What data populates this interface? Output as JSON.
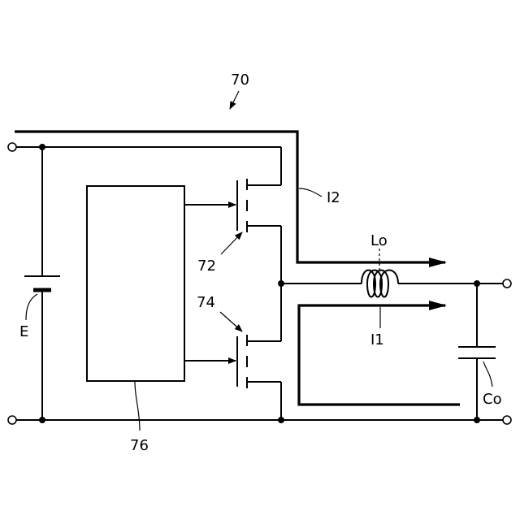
{
  "diagram": {
    "labels": {
      "figure_ref": "70",
      "current_i2": "I2",
      "inductor": "Lo",
      "switch_upper": "72",
      "switch_lower": "74",
      "current_i1": "I1",
      "battery": "E",
      "capacitor": "Co",
      "controller": "76"
    }
  }
}
